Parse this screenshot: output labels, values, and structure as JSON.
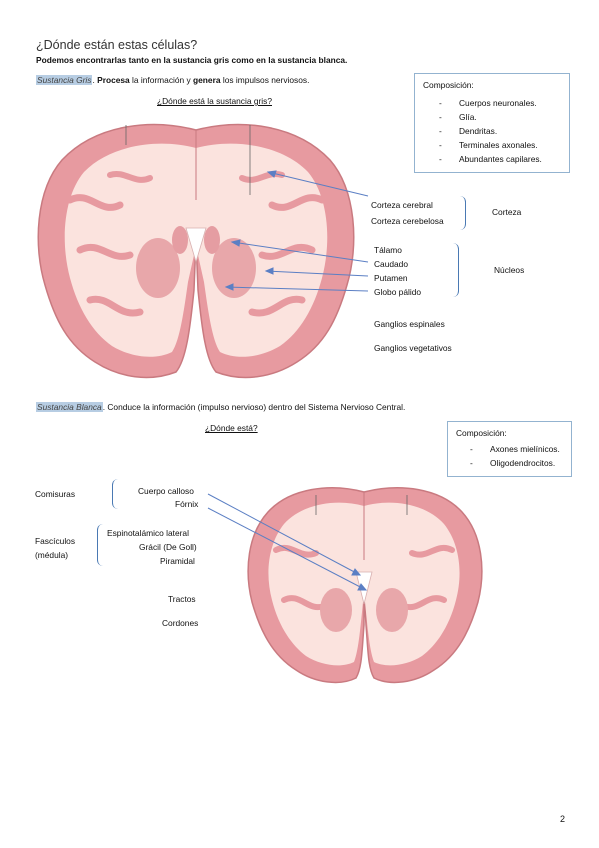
{
  "title": "¿Dónde están estas células?",
  "intro": "Podemos encontrarlas tanto en la sustancia gris como en la sustancia blanca.",
  "gray": {
    "heading": "Sustancia Gris",
    "processes_bold": "Procesa",
    "processes_rest": "la información y",
    "generates_bold": "genera",
    "generates_rest": "los impulsos nerviosos.",
    "question": "¿Dónde está la sustancia gris?",
    "composition": {
      "title": "Composición:",
      "items": [
        "Cuerpos neuronales.",
        "Glía.",
        "Dendritas.",
        "Terminales axonales.",
        "Abundantes capilares."
      ]
    },
    "labels": {
      "corteza_cerebral": "Corteza cerebral",
      "corteza_cerebelosa": "Corteza cerebelosa",
      "corteza": "Corteza",
      "talamo": "Tálamo",
      "caudado": "Caudado",
      "putamen": "Putamen",
      "globo_palido": "Globo pálido",
      "nucleos": "Núcleos",
      "ganglios_espinales": "Ganglios espinales",
      "ganglios_vegetativos": "Ganglios vegetativos"
    }
  },
  "white": {
    "heading": "Sustancia Blanca",
    "description": ". Conduce la información (impulso nervioso) dentro del Sistema Nervioso Central.",
    "question": "¿Dónde está?",
    "composition": {
      "title": "Composición:",
      "items": [
        "Axones mielínicos.",
        "Oligodendrocitos."
      ]
    },
    "labels": {
      "comisuras": "Comisuras",
      "cuerpo_calloso": "Cuerpo calloso",
      "fornix": "Fórnix",
      "fasciculos": "Fascículos",
      "medula": "(médula)",
      "espinotalamico": "Espinotalámico lateral",
      "gracil": "Grácil (De Goll)",
      "piramidal": "Piramidal",
      "tractos": "Tractos",
      "cordones": "Cordones"
    }
  },
  "colors": {
    "brain_gray": "#e79aa0",
    "brain_white": "#fbe3de",
    "arrow": "#5b7fc4",
    "highlight": "#b7cde3"
  },
  "page_number": "2"
}
